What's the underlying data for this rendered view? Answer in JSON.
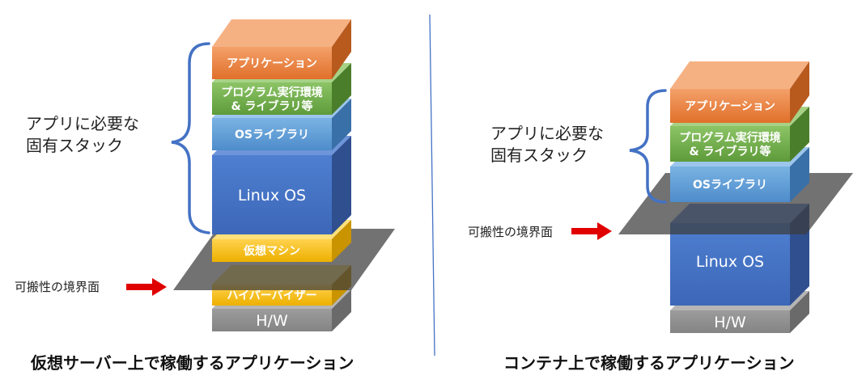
{
  "left": {
    "caption": "仮想サーバー上で稼働するアプリケーション",
    "stack_label": [
      "アプリに必要な",
      "固有スタック"
    ],
    "boundary_label": "可搬性の境界面",
    "layers": {
      "app": "アプリケーション",
      "runtime": [
        "プログラム実行環境",
        "& ライブラリ等"
      ],
      "oslib": "OSライブラリ",
      "linux": "Linux OS",
      "vm": "仮想マシン",
      "hypervisor": "ハイパーバイザー",
      "hw": "H/W"
    }
  },
  "right": {
    "caption": "コンテナ上で稼働するアプリケーション",
    "stack_label": [
      "アプリに必要な",
      "固有スタック"
    ],
    "boundary_label": "可搬性の境界面",
    "layers": {
      "app": "アプリケーション",
      "runtime": [
        "プログラム実行環境",
        "& ライブラリ等"
      ],
      "oslib": "OSライブラリ",
      "linux": "Linux OS",
      "hw": "H/W"
    }
  },
  "colors": {
    "app": "#ED7D31",
    "runtime": "#70AD47",
    "oslib": "#5B9BD5",
    "linux": "#4472C4",
    "vm": "#FFC000",
    "hw": "#8C8C8C",
    "brace": "#4472C4",
    "arrow": "#E00000",
    "divider": "#4472C4"
  }
}
